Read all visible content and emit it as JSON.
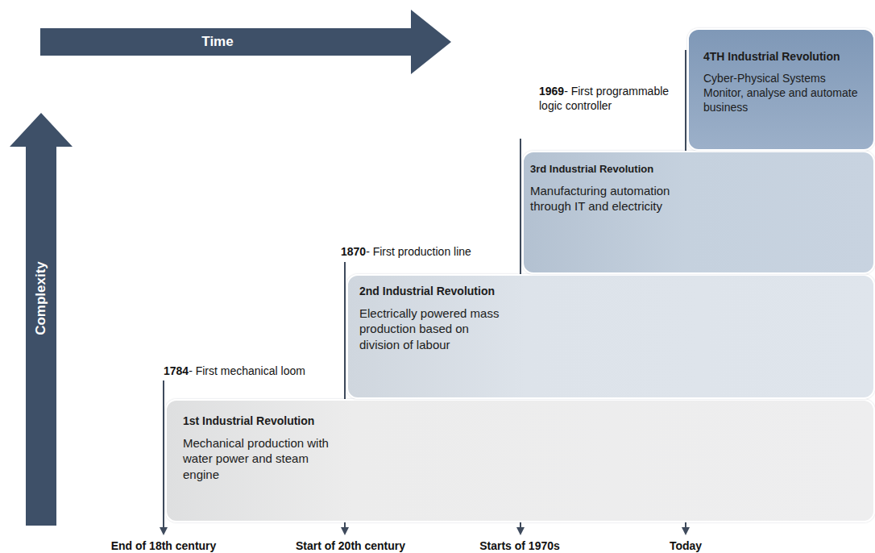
{
  "diagram": {
    "nodes": [
      {
        "text": [
          "Time"
        ]
      },
      {
        "text": [
          "Complexity"
        ]
      },
      {
        "text": [
          "1st Industrial Revolution",
          "Mechanical production with water power and steam engine"
        ]
      },
      {
        "text": [
          "2nd Industrial Revolution",
          "Electrically powered mass production based on division of labour"
        ]
      },
      {
        "text": [
          "3rd Industrial Revolution",
          "Manufacturing automation through IT and electricity"
        ]
      },
      {
        "text": [
          "4TH Industrial Revolution",
          "Cyber-Physical Systems Monitor, analyse and automate business"
        ]
      }
    ],
    "labels": [
      "1784",
      "- First mechanical loom",
      "1870",
      "- First production line",
      "1969",
      "- First programmable logic controller",
      "End of 18th century",
      "Start of 20th century",
      "Starts of 1970s",
      "Today"
    ]
  }
}
